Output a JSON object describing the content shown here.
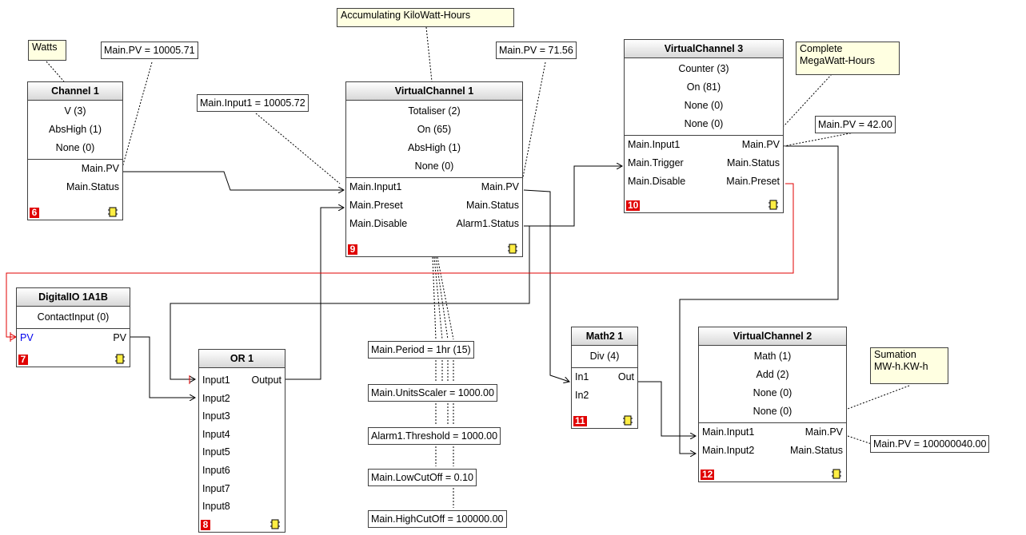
{
  "notes": {
    "watts": "Watts",
    "accum": "Accumulating KiloWatt-Hours",
    "complete": "Complete\nMegaWatt-Hours",
    "summation": "Sumation\nMW-h.KW-h"
  },
  "params": {
    "ch1_pv": "Main.PV = 10005.71",
    "vc1_input1": "Main.Input1 = 10005.72",
    "vc1_pv": "Main.PV = 71.56",
    "vc3_pv": "Main.PV = 42.00",
    "vc2_pv": "Main.PV = 100000040.00",
    "period": "Main.Period = 1hr (15)",
    "units_scaler": "Main.UnitsScaler = 1000.00",
    "threshold": "Alarm1.Threshold = 1000.00",
    "lowcut": "Main.LowCutOff = 0.10",
    "highcut": "Main.HighCutOff = 100000.00"
  },
  "blocks": {
    "channel1": {
      "title": "Channel 1",
      "desc": [
        "V (3)",
        "AbsHigh (1)",
        "None (0)"
      ],
      "out1": "Main.PV",
      "out2": "Main.Status",
      "num": "6"
    },
    "vc1": {
      "title": "VirtualChannel 1",
      "desc": [
        "Totaliser (2)",
        "On (65)",
        "AbsHigh (1)",
        "None (0)"
      ],
      "in1": "Main.Input1",
      "out1": "Main.PV",
      "in2": "Main.Preset",
      "out2": "Main.Status",
      "in3": "Main.Disable",
      "out3": "Alarm1.Status",
      "num": "9"
    },
    "vc3": {
      "title": "VirtualChannel 3",
      "desc": [
        "Counter (3)",
        "On (81)",
        "None (0)",
        "None (0)"
      ],
      "in1": "Main.Input1",
      "out1": "Main.PV",
      "in2": "Main.Trigger",
      "out2": "Main.Status",
      "in3": "Main.Disable",
      "out3": "Main.Preset",
      "num": "10"
    },
    "dio": {
      "title": "DigitalIO 1A1B",
      "desc": [
        "ContactInput (0)"
      ],
      "in1": "PV",
      "out1": "PV",
      "num": "7"
    },
    "or1": {
      "title": "OR 1",
      "in1": "Input1",
      "out1": "Output",
      "inputs": [
        "Input2",
        "Input3",
        "Input4",
        "Input5",
        "Input6",
        "Input7",
        "Input8"
      ],
      "num": "8"
    },
    "math2": {
      "title": "Math2 1",
      "desc": [
        "Div (4)"
      ],
      "in1": "In1",
      "out1": "Out",
      "in2": "In2",
      "num": "11"
    },
    "vc2": {
      "title": "VirtualChannel 2",
      "desc": [
        "Math (1)",
        "Add (2)",
        "None (0)",
        "None (0)"
      ],
      "in1": "Main.Input1",
      "out1": "Main.PV",
      "in2": "Main.Input2",
      "out2": "Main.Status",
      "num": "12"
    }
  },
  "colors": {
    "wire": "#000000",
    "feedback_wire": "#e00000",
    "note_bg": "#ffffe1",
    "badge": "#e00000"
  }
}
